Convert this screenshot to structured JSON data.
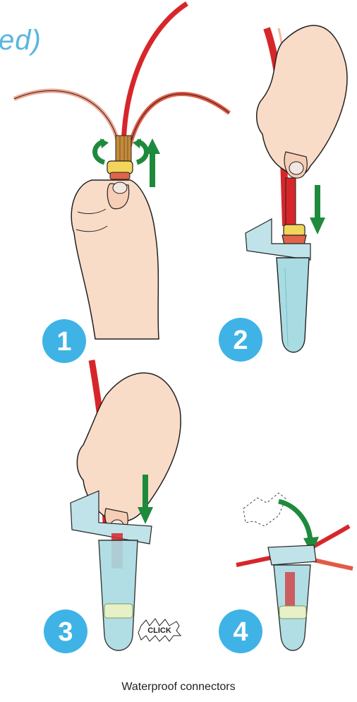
{
  "heading": "ed)",
  "caption": "Waterproof connectors",
  "click_label": "CLICK",
  "steps": [
    {
      "number": "1"
    },
    {
      "number": "2"
    },
    {
      "number": "3"
    },
    {
      "number": "4"
    }
  ],
  "colors": {
    "badge": "#3fb3e6",
    "arrow": "#1e8a3c",
    "wire": "#d7262a",
    "skin": "#f9dcc8",
    "connector": "#a8dbe2",
    "cap": "#f2d55a",
    "heading": "#58b6df"
  }
}
